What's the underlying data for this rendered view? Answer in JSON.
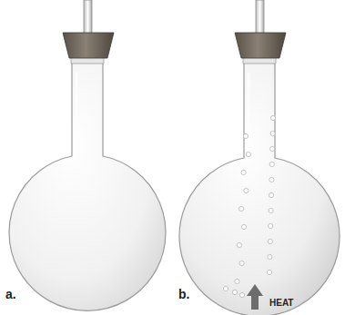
{
  "diagram": {
    "labels": [
      "a.",
      "b.",
      "HEAT"
    ]
  }
}
